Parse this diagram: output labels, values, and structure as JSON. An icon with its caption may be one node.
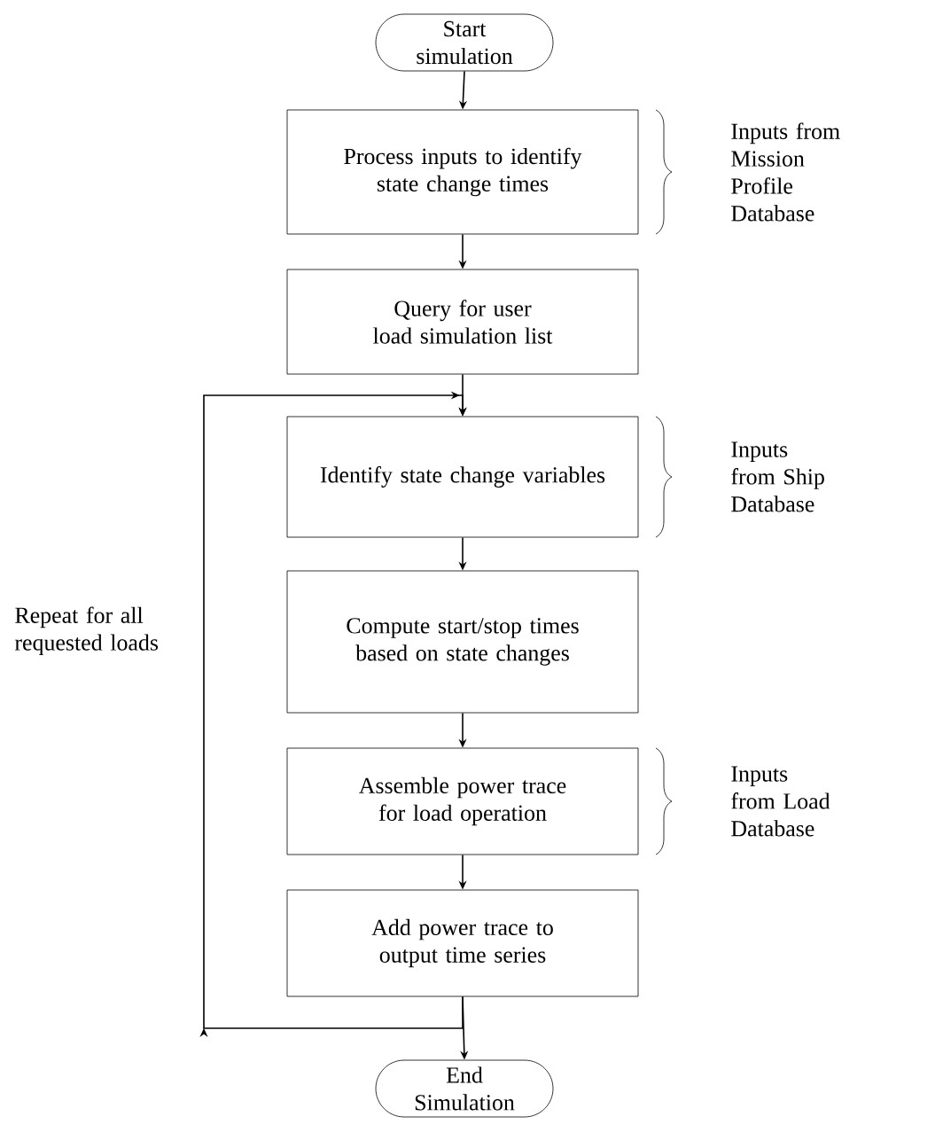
{
  "diagram": {
    "nodes": [
      {
        "text": [
          "Start simulation"
        ]
      },
      {
        "text": [
          "Process inputs to identify state change times"
        ]
      },
      {
        "text": [
          "Query for user load simulation list"
        ]
      },
      {
        "text": [
          "Identify state change variables"
        ]
      },
      {
        "text": [
          "Compute start/stop times based on state changes"
        ]
      },
      {
        "text": [
          "Assemble power trace for load operation"
        ]
      },
      {
        "text": [
          "Add power trace to output time series"
        ]
      },
      {
        "text": [
          "End Simulation"
        ]
      }
    ],
    "edges": [
      {
        "from": 0,
        "to": 1,
        "arrow": "to"
      },
      {
        "from": 1,
        "to": 2,
        "arrow": "to"
      },
      {
        "from": 2,
        "to": 3,
        "arrow": "to"
      },
      {
        "from": 3,
        "to": 4,
        "arrow": "to"
      },
      {
        "from": 4,
        "to": 5,
        "arrow": "to"
      },
      {
        "from": 5,
        "to": 6,
        "arrow": "to"
      },
      {
        "from": 6,
        "to": 7,
        "arrow": "to"
      },
      {
        "from": 6,
        "to": 3,
        "arrow": "to",
        "label": "Repeat for all requested loads"
      }
    ],
    "labels": [
      "Inputs from Mission Profile Database",
      "Inputs from Ship Database",
      "Inputs from Load Database"
    ]
  }
}
